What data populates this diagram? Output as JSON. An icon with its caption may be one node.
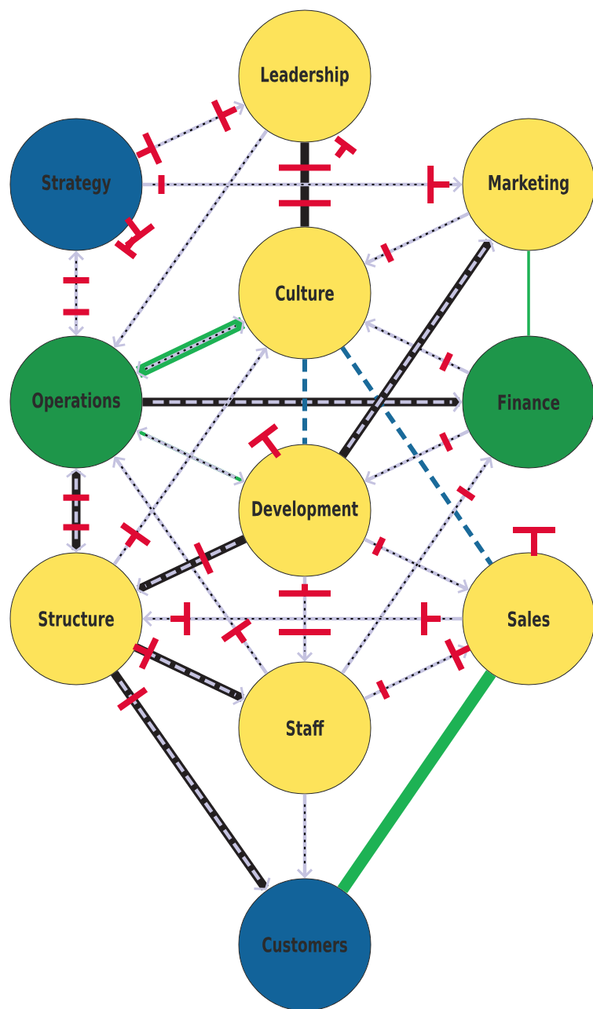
{
  "diagram": {
    "nodes": [
      {
        "text": [
          "Leadership"
        ]
      },
      {
        "text": [
          "Strategy"
        ]
      },
      {
        "text": [
          "Marketing"
        ]
      },
      {
        "text": [
          "Culture"
        ]
      },
      {
        "text": [
          "Operations"
        ]
      },
      {
        "text": [
          "Finance"
        ]
      },
      {
        "text": [
          "Development"
        ]
      },
      {
        "text": [
          "Structure"
        ]
      },
      {
        "text": [
          "Sales"
        ]
      },
      {
        "text": [
          "Staff"
        ]
      },
      {
        "text": [
          "Customers"
        ]
      }
    ],
    "edges": [
      {
        "from": 1,
        "to": 0,
        "arrow": "to"
      },
      {
        "from": 0,
        "to": 4,
        "arrow": "to"
      },
      {
        "from": 0,
        "to": 3,
        "arrow": "none",
        "style": "thick",
        "color": "#231f20"
      },
      {
        "from": 1,
        "to": 2,
        "arrow": "to"
      },
      {
        "from": 1,
        "to": 4,
        "arrow": "both"
      },
      {
        "from": 2,
        "to": 3,
        "arrow": "to"
      },
      {
        "from": 2,
        "to": 5,
        "arrow": "none",
        "color": "#1db254"
      },
      {
        "from": 4,
        "to": 3,
        "arrow": "both",
        "style": "thick",
        "color": "#1db254"
      },
      {
        "from": 4,
        "to": 5,
        "arrow": "to",
        "style": "thick",
        "color": "#231f20"
      },
      {
        "from": 5,
        "to": 3,
        "arrow": "to"
      },
      {
        "from": 3,
        "to": 6,
        "arrow": "none",
        "style": "dashed",
        "color": "#1a6a9a"
      },
      {
        "from": 3,
        "to": 8,
        "arrow": "none",
        "style": "dashed",
        "color": "#1a6a9a"
      },
      {
        "from": 6,
        "to": 2,
        "arrow": "to",
        "style": "thick",
        "color": "#231f20"
      },
      {
        "from": 4,
        "to": 6,
        "arrow": "both",
        "color": "#1db254"
      },
      {
        "from": 5,
        "to": 6,
        "arrow": "to"
      },
      {
        "from": 7,
        "to": 3,
        "arrow": "to"
      },
      {
        "from": 9,
        "to": 4,
        "arrow": "to"
      },
      {
        "from": 4,
        "to": 7,
        "arrow": "both",
        "style": "thick",
        "color": "#231f20"
      },
      {
        "from": 6,
        "to": 7,
        "arrow": "to",
        "style": "thick",
        "color": "#231f20"
      },
      {
        "from": 6,
        "to": 8,
        "arrow": "to"
      },
      {
        "from": 9,
        "to": 5,
        "arrow": "to"
      },
      {
        "from": 8,
        "to": 7,
        "arrow": "to"
      },
      {
        "from": 6,
        "to": 9,
        "arrow": "to"
      },
      {
        "from": 7,
        "to": 9,
        "arrow": "to",
        "style": "thick",
        "color": "#231f20"
      },
      {
        "from": 9,
        "to": 8,
        "arrow": "to"
      },
      {
        "from": 7,
        "to": 10,
        "arrow": "to",
        "style": "thick",
        "color": "#231f20"
      },
      {
        "from": 9,
        "to": 10,
        "arrow": "to"
      },
      {
        "from": 8,
        "to": 10,
        "arrow": "none",
        "style": "thick",
        "color": "#1db254"
      }
    ]
  }
}
